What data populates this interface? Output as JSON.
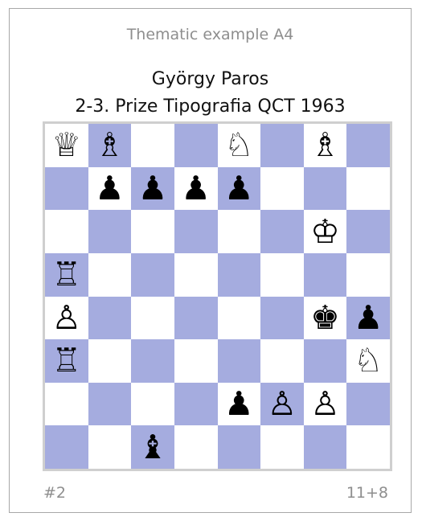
{
  "caption": "Thematic example A4",
  "author": "György Paros",
  "source": "2-3. Prize Tipografia QCT 1963",
  "stipulation": "#2",
  "piece_count": "11+8",
  "board": {
    "light_color": "#ffffff",
    "dark_color": "#a5acdf",
    "rows": [
      [
        "♕",
        "♗",
        "",
        "",
        "♘",
        "",
        "♗",
        ""
      ],
      [
        "",
        "♟",
        "♟",
        "♟",
        "♟",
        "",
        "",
        ""
      ],
      [
        "",
        "",
        "",
        "",
        "",
        "",
        "♔",
        ""
      ],
      [
        "♖",
        "",
        "",
        "",
        "",
        "",
        "",
        ""
      ],
      [
        "♙",
        "",
        "",
        "",
        "",
        "",
        "♚",
        "♟"
      ],
      [
        "♖",
        "",
        "",
        "",
        "",
        "",
        "",
        "♘"
      ],
      [
        "",
        "",
        "",
        "",
        "♟",
        "♙",
        "♙",
        ""
      ],
      [
        "",
        "",
        "♝",
        "",
        "",
        "",
        "",
        ""
      ]
    ]
  }
}
